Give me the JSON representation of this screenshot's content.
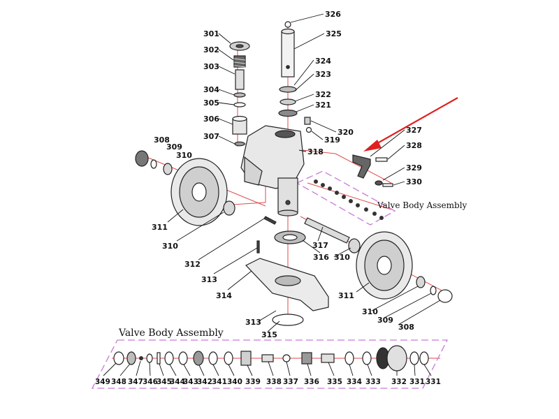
{
  "colors": {
    "line": "#111111",
    "axis": "#e24a4a",
    "assembly_box": "#c77ad6",
    "arrow": "#e02020",
    "part_fill": "#d9d9d9"
  },
  "assembly_titles": {
    "upper": "Valve Body Assembly",
    "lower": "Valve Body Assembly"
  },
  "icons": {
    "pointer_arrow": "red-arrow-icon"
  },
  "labels": {
    "upper": [
      "326",
      "325",
      "301",
      "302",
      "303",
      "324",
      "323",
      "304",
      "322",
      "305",
      "321",
      "306",
      "320",
      "307",
      "319",
      "327",
      "308",
      "318",
      "328",
      "309",
      "310",
      "329",
      "330",
      "311",
      "310",
      "312",
      "317",
      "316",
      "310",
      "313",
      "314",
      "311",
      "310",
      "309",
      "313",
      "315",
      "308"
    ],
    "lower": [
      "349",
      "348",
      "347",
      "346",
      "345",
      "344",
      "343",
      "342",
      "341",
      "340",
      "339",
      "338",
      "337",
      "336",
      "335",
      "334",
      "333",
      "332",
      "331",
      "331"
    ]
  }
}
